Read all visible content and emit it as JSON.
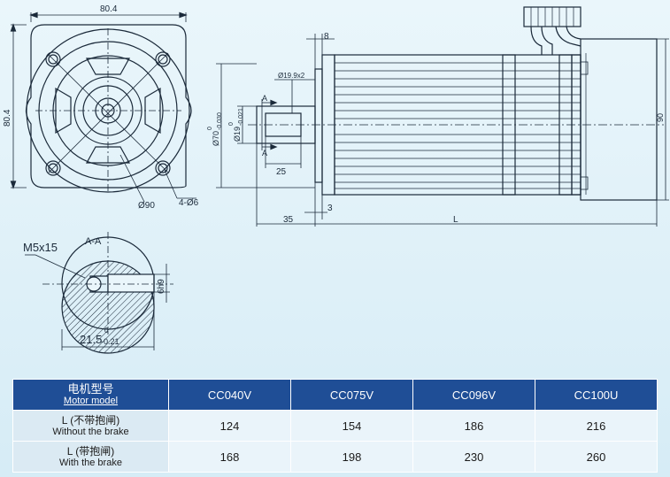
{
  "front_view": {
    "width_label": "80.4",
    "height_label": "80.4",
    "diameter_label": "Ø90",
    "holes_label": "4-Ø6"
  },
  "side_view": {
    "offset_8": "8",
    "key_label": "Ø19.9x2",
    "shaft_dia_label": "Ø19",
    "shaft_tol_top": "0",
    "shaft_tol_bottom": "-0.021",
    "flange_dia_label": "Ø70",
    "flange_tol_top": "0",
    "flange_tol_bottom": "-0.030",
    "section_a_top": "A",
    "section_a_bottom": "A",
    "key_length_label": "25",
    "shaft_length_label": "35",
    "flange_step_label": "3",
    "body_length_label": "L",
    "height_label": "90"
  },
  "section": {
    "title": "A-A",
    "thread_label": "M5x15",
    "key_width_label": "6h9",
    "depth_label": "21.5",
    "depth_tol_top": "0",
    "depth_tol_bottom": "-0.21"
  },
  "table": {
    "header": {
      "model_cn": "电机型号",
      "model_en": "Motor model",
      "models": [
        "CC040V",
        "CC075V",
        "CC096V",
        "CC100U"
      ]
    },
    "rows": [
      {
        "label_cn": "L (不带抱闸)",
        "label_en": "Without the brake",
        "values": [
          "124",
          "154",
          "186",
          "216"
        ]
      },
      {
        "label_cn": "L (带抱闸)",
        "label_en": "With the brake",
        "values": [
          "168",
          "198",
          "230",
          "260"
        ]
      }
    ]
  }
}
